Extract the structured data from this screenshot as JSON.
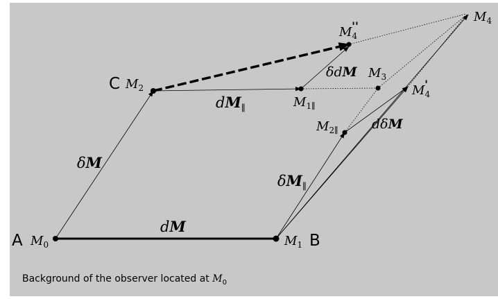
{
  "colors": {
    "background": "#c8c8c8",
    "ink": "#000000"
  },
  "vertex_letters": {
    "a": "A",
    "b": "B",
    "c": "C"
  },
  "points": {
    "m0": {
      "sym": "M",
      "sub": "0"
    },
    "m1": {
      "sym": "M",
      "sub": "1"
    },
    "m2": {
      "sym": "M",
      "sub": "2"
    },
    "m3": {
      "sym": "M",
      "sub": "3"
    },
    "m4": {
      "sym": "M",
      "sub": "4"
    },
    "m4_prime": {
      "sym": "M",
      "sub": "4",
      "mark": "'"
    },
    "m4_double": {
      "sym": "M",
      "sub": "4",
      "mark": "''"
    },
    "m1_par": {
      "sym": "M",
      "sub": "1∥"
    },
    "m2_par": {
      "sym": "M",
      "sub": "2∥"
    }
  },
  "vectors": {
    "dM": {
      "greek": "d",
      "bold": "M",
      "sub": ""
    },
    "deltaM": {
      "greek": "δ",
      "bold": "M",
      "sub": ""
    },
    "dM_par": {
      "greek": "d",
      "bold": "M",
      "sub": "∥"
    },
    "deltaM_par": {
      "greek": "δ",
      "bold": "M",
      "sub": "∥"
    },
    "delta_dM": {
      "greek": "δd",
      "bold": "M",
      "sub": ""
    },
    "d_deltaM": {
      "greek": "dδ",
      "bold": "M",
      "sub": ""
    }
  },
  "caption": {
    "text": "Background of the observer located at ",
    "sym": "M",
    "sub": "0"
  }
}
